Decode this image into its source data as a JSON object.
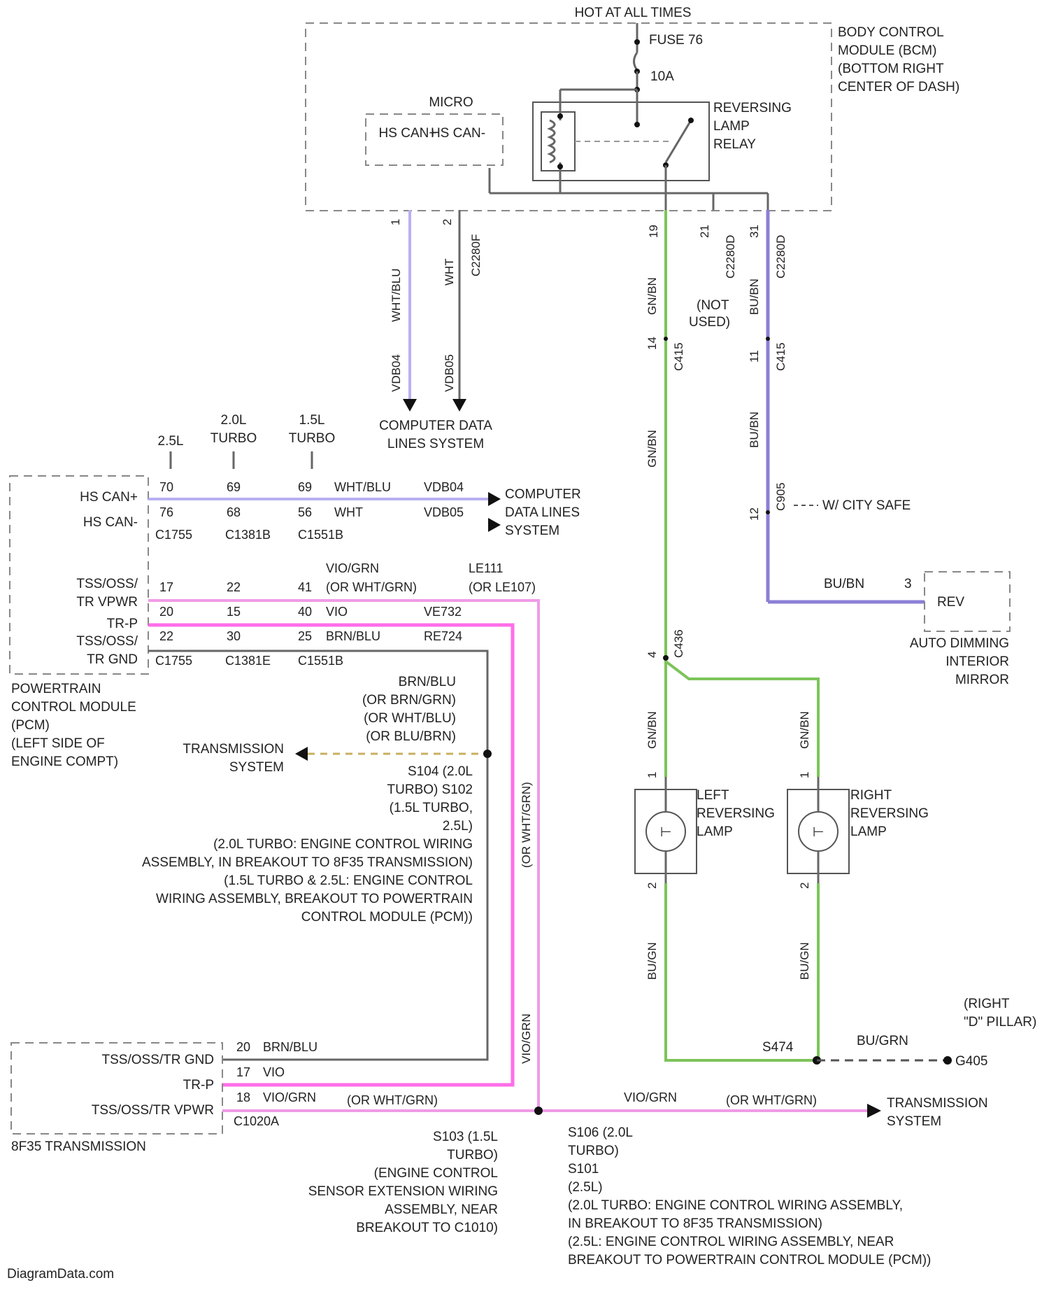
{
  "top": {
    "hot_at_all_times": "HOT AT ALL TIMES",
    "fuse_name": "FUSE 76",
    "fuse_rating": "10A",
    "micro": "MICRO",
    "hs_can_h_label": "HS CAN+",
    "hs_can_l_label": "HS CAN-",
    "relay_line1": "REVERSING",
    "relay_line2": "LAMP",
    "relay_line3": "RELAY",
    "bcm_line1": "BODY CONTROL",
    "bcm_line2": "MODULE (BCM)",
    "bcm_line3": "(BOTTOM RIGHT",
    "bcm_line4": "CENTER OF DASH)"
  },
  "bcm_pins": {
    "p1": "1",
    "c1": "C2280F",
    "p2": "2",
    "c2": "C2280F",
    "p3": "19",
    "c3": "C2280D",
    "p4": "21",
    "c4": "C2280D",
    "p5": "31",
    "c5": "C2280D"
  },
  "bcm_wires": {
    "w1_color": "WHT/BLU",
    "w1_circuit": "VDB04",
    "w2_color": "WHT",
    "w2_circuit": "VDB05",
    "w3_color": "GN/BN",
    "not_used": [
      "(NOT",
      "USED)"
    ],
    "w5_color": "BU/BN",
    "data_lines_1": "COMPUTER DATA",
    "data_lines_2": "LINES SYSTEM"
  },
  "splices": {
    "c415": "C415",
    "c415_pin1": "14",
    "c415_pin2": "11",
    "c415b": "C415",
    "w_gnbn2": "GN/BN",
    "w_bubn2": "BU/BN",
    "c905": "C905",
    "c905_pin": "12",
    "city_safe": "W/ CITY SAFE",
    "s436": "C436",
    "s436_pin": "4"
  },
  "mirror": {
    "wire_color": "BU/BN",
    "pin": "3",
    "rev": "REV",
    "name_line1": "AUTO DIMMING",
    "name_line2": "INTERIOR",
    "name_line3": "MIRROR"
  },
  "engines": {
    "e1": "2.5L",
    "e2": [
      "2.0L",
      "TURBO"
    ],
    "e3": [
      "1.5L",
      "TURBO"
    ]
  },
  "pcm": {
    "hs_can_h": "HS CAN+",
    "hs_can_l": "HS CAN-",
    "row_can_h": [
      "70",
      "69",
      "69",
      "WHT/BLU",
      "VDB04"
    ],
    "row_can_l": [
      "76",
      "68",
      "56",
      "WHT",
      "VDB05"
    ],
    "row_conn_1": [
      "C1755",
      "C1381B",
      "C1551B"
    ],
    "computer_data_1": "COMPUTER",
    "computer_data_2": "DATA LINES",
    "computer_data_3": "SYSTEM",
    "tss_oss_tr_vpwr_1": "TSS/OSS/",
    "tss_oss_tr_vpwr_2": "TR VPWR",
    "tr_p": "TR-P",
    "tss_oss_tr_gnd_1": "TSS/OSS/",
    "tss_oss_tr_gnd_2": "TR GND",
    "vt_top": "VIO/GRN",
    "le_top": "LE111",
    "row_vpwr": [
      "17",
      "22",
      "41",
      "(OR WHT/GRN)",
      "(OR LE107)"
    ],
    "row_trp": [
      "20",
      "15",
      "40",
      "VIO",
      "VE732"
    ],
    "row_gnd": [
      "22",
      "30",
      "25",
      "BRN/BLU",
      "RE724"
    ],
    "row_conn_2": [
      "C1755",
      "C1381E",
      "C1551B"
    ],
    "name_line1": "POWERTRAIN",
    "name_line2": "CONTROL MODULE",
    "name_line3": "(PCM)",
    "name_line4": "(LEFT SIDE OF",
    "name_line5": "ENGINE COMPT)"
  },
  "mid": {
    "wire_lines": [
      "BRN/BLU",
      "(OR BRN/GRN)",
      "(OR WHT/BLU)",
      "(OR BLU/BRN)"
    ],
    "trans_sys_1": "TRANSMISSION",
    "trans_sys_2": "SYSTEM",
    "splice_lines": [
      "S104 (2.0L",
      "TURBO) S102",
      "(1.5L TURBO,",
      "2.5L)",
      "(2.0L TURBO: ENGINE CONTROL WIRING",
      "ASSEMBLY, IN BREAKOUT TO 8F35 TRANSMISSION)",
      "(1.5L TURBO & 2.5L: ENGINE CONTROL",
      "WIRING ASSEMBLY, BREAKOUT TO POWERTRAIN",
      "CONTROL MODULE (PCM))"
    ],
    "vio_vert": "(OR WHT/GRN)",
    "vio_vert2": "VIO/GRN"
  },
  "lamps": {
    "left_1": "LEFT",
    "left_2": "REVERSING",
    "left_3": "LAMP",
    "right_1": "RIGHT",
    "right_2": "REVERSING",
    "right_3": "LAMP",
    "pin1": "1",
    "pin2": "2",
    "w_top_l": "GN/BN",
    "w_top_r": "GN/BN",
    "w_bot_l": "BU/GN",
    "w_bot_r": "BU/GN"
  },
  "ground": {
    "s474": "S474",
    "wire": "BU/GRN",
    "pillar_1": "(RIGHT",
    "pillar_2": "\"D\" PILLAR)",
    "g405": "G405"
  },
  "trans": {
    "row_gnd": [
      "20",
      "BRN/BLU"
    ],
    "row_trp": [
      "17",
      "VIO"
    ],
    "row_vpwr": [
      "18",
      "VIO/GRN",
      "(OR WHT/GRN)"
    ],
    "conn": "C1020A",
    "gnd_label": "TSS/OSS/TR GND",
    "trp_label": "TR-P",
    "vpwr_label": "TSS/OSS/TR VPWR",
    "name": "8F35 TRANSMISSION"
  },
  "bottom": {
    "vio_grn": "VIO/GRN",
    "or_wht_grn": "(OR WHT/GRN)",
    "trans_sys_1": "TRANSMISSION",
    "trans_sys_2": "SYSTEM",
    "s103_lines": [
      "S103 (1.5L",
      "TURBO)",
      "(ENGINE CONTROL",
      "SENSOR EXTENSION WIRING",
      "ASSEMBLY, NEAR",
      "BREAKOUT TO C1010)"
    ],
    "s106_lines": [
      "S106 (2.0L",
      "TURBO)",
      "S101",
      "(2.5L)",
      "(2.0L TURBO: ENGINE CONTROL WIRING ASSEMBLY,",
      "IN BREAKOUT TO 8F35 TRANSMISSION)",
      "(2.5L: ENGINE CONTROL WIRING ASSEMBLY, NEAR",
      "BREAKOUT TO POWERTRAIN CONTROL MODULE (PCM))"
    ],
    "watermark": "DiagramData.com"
  }
}
